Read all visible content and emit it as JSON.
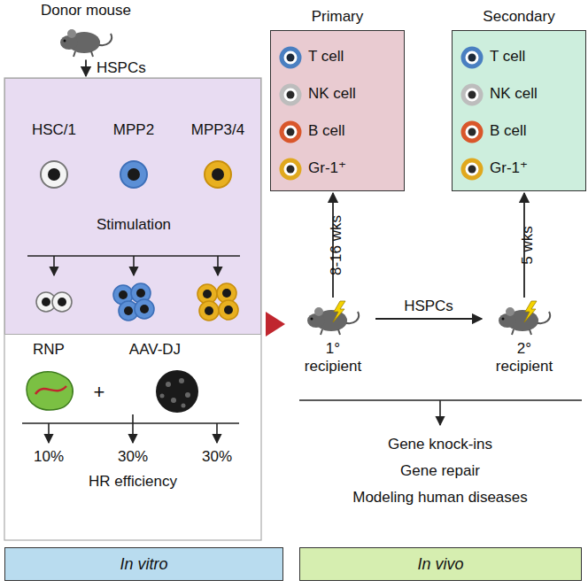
{
  "diagram": {
    "nodes": [
      {
        "text": [
          "Donor mouse"
        ]
      },
      {
        "text": [
          "Primary",
          "T cell",
          "NK cell",
          "B cell",
          "Gr-1⁺"
        ]
      },
      {
        "text": [
          "Secondary",
          "T cell",
          "NK cell",
          "B cell",
          "Gr-1⁺"
        ]
      },
      {
        "text": [
          "HSC/1",
          "MPP2",
          "MPP3/4",
          "Stimulation"
        ]
      },
      {
        "text": [
          "1° recipient"
        ]
      },
      {
        "text": [
          "2° recipient"
        ]
      },
      {
        "text": [
          "In vitro"
        ]
      },
      {
        "text": [
          "In vivo"
        ]
      }
    ],
    "edges": [
      {
        "from": 0,
        "to": 3,
        "label": "HSPCs",
        "arrow": "to"
      },
      {
        "from": 4,
        "to": 1,
        "label": "8-16 wks",
        "arrow": "to"
      },
      {
        "from": 5,
        "to": 2,
        "label": "5 wks",
        "arrow": "to"
      },
      {
        "from": 4,
        "to": 5,
        "label": "HSPCs",
        "arrow": "to"
      }
    ],
    "labels": [
      "RNP",
      "+",
      "AAV-DJ",
      "10%",
      "30%",
      "30%",
      "HR efficiency",
      "Gene knock-ins",
      "Gene repair",
      "Modeling human diseases"
    ]
  }
}
